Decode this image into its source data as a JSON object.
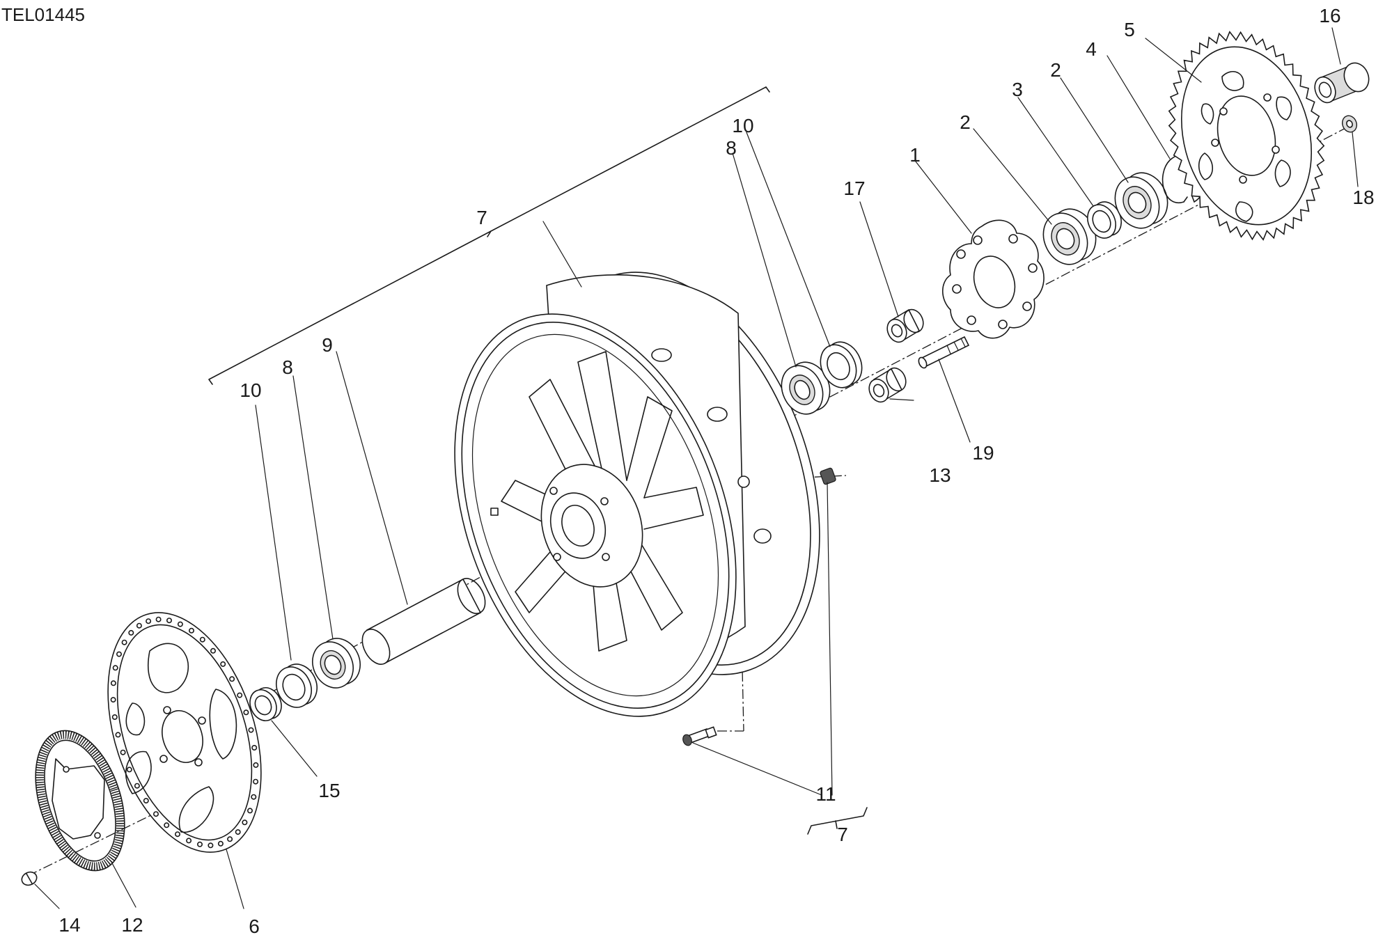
{
  "diagram_code": "TEL01445",
  "callouts": [
    {
      "id": "callout-1",
      "text": "1"
    },
    {
      "id": "callout-2a",
      "text": "2"
    },
    {
      "id": "callout-2b",
      "text": "2"
    },
    {
      "id": "callout-3",
      "text": "3"
    },
    {
      "id": "callout-4",
      "text": "4"
    },
    {
      "id": "callout-5",
      "text": "5"
    },
    {
      "id": "callout-6",
      "text": "6"
    },
    {
      "id": "callout-7a",
      "text": "7"
    },
    {
      "id": "callout-7b",
      "text": "7"
    },
    {
      "id": "callout-8a",
      "text": "8"
    },
    {
      "id": "callout-8b",
      "text": "8"
    },
    {
      "id": "callout-9",
      "text": "9"
    },
    {
      "id": "callout-10a",
      "text": "10"
    },
    {
      "id": "callout-10b",
      "text": "10"
    },
    {
      "id": "callout-11",
      "text": "11"
    },
    {
      "id": "callout-12",
      "text": "12"
    },
    {
      "id": "callout-13",
      "text": "13"
    },
    {
      "id": "callout-14",
      "text": "14"
    },
    {
      "id": "callout-15",
      "text": "15"
    },
    {
      "id": "callout-16",
      "text": "16"
    },
    {
      "id": "callout-17",
      "text": "17"
    },
    {
      "id": "callout-18",
      "text": "18"
    },
    {
      "id": "callout-19",
      "text": "19"
    }
  ]
}
